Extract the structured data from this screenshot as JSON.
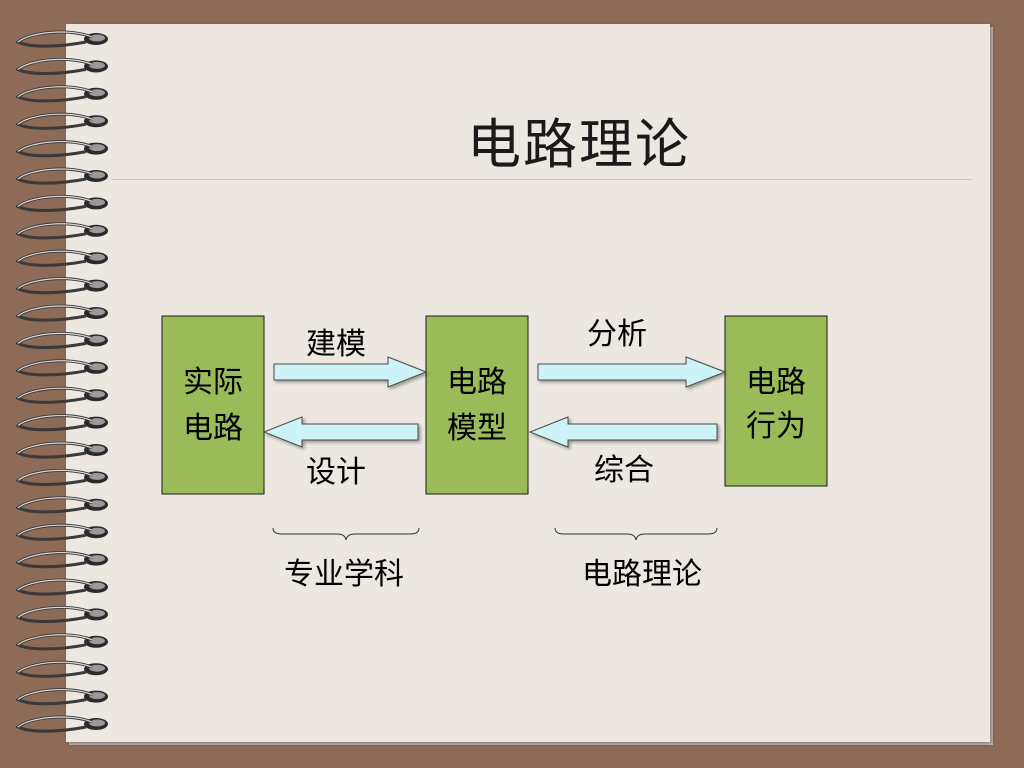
{
  "title": "电路理论",
  "boxes": {
    "real_circuit": [
      "实际",
      "电路"
    ],
    "circuit_model": [
      "电路",
      "模型"
    ],
    "circuit_behavior": [
      "电路",
      "行为"
    ]
  },
  "arrows": {
    "modeling": "建模",
    "design": "设计",
    "analysis": "分析",
    "synthesis": "综合"
  },
  "groups": {
    "professional": "专业学科",
    "circuit_theory": "电路理论"
  },
  "colors": {
    "box_fill": "#9bbb59",
    "arrow_fill": "#cdf3f6",
    "background": "#8d6b57",
    "paper": "#ece7e1"
  }
}
